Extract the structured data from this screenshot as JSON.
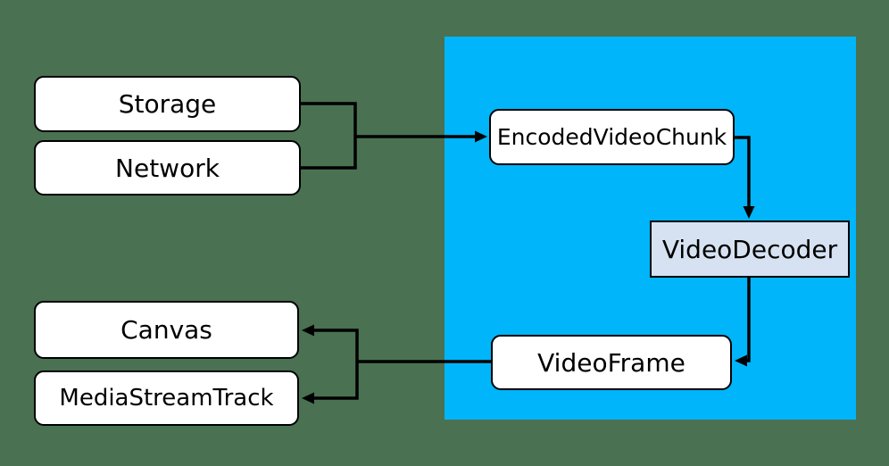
{
  "diagram": {
    "nodes": {
      "storage": {
        "label": "Storage"
      },
      "network": {
        "label": "Network"
      },
      "encoded_video_chunk": {
        "label": "EncodedVideoChunk"
      },
      "video_decoder": {
        "label": "VideoDecoder"
      },
      "video_frame": {
        "label": "VideoFrame"
      },
      "canvas": {
        "label": "Canvas"
      },
      "media_stream_track": {
        "label": "MediaStreamTrack"
      }
    },
    "edges": [
      {
        "from": "Storage",
        "to": "EncodedVideoChunk"
      },
      {
        "from": "Network",
        "to": "EncodedVideoChunk"
      },
      {
        "from": "EncodedVideoChunk",
        "to": "VideoDecoder"
      },
      {
        "from": "VideoDecoder",
        "to": "VideoFrame"
      },
      {
        "from": "VideoFrame",
        "to": "Canvas"
      },
      {
        "from": "VideoFrame",
        "to": "MediaStreamTrack"
      }
    ],
    "colors": {
      "background": "#4a7152",
      "panel": "#00b5fa",
      "node_fill": "#ffffff",
      "decoder_fill": "#d6e2f1",
      "line": "#000000",
      "text": "#000000"
    }
  }
}
